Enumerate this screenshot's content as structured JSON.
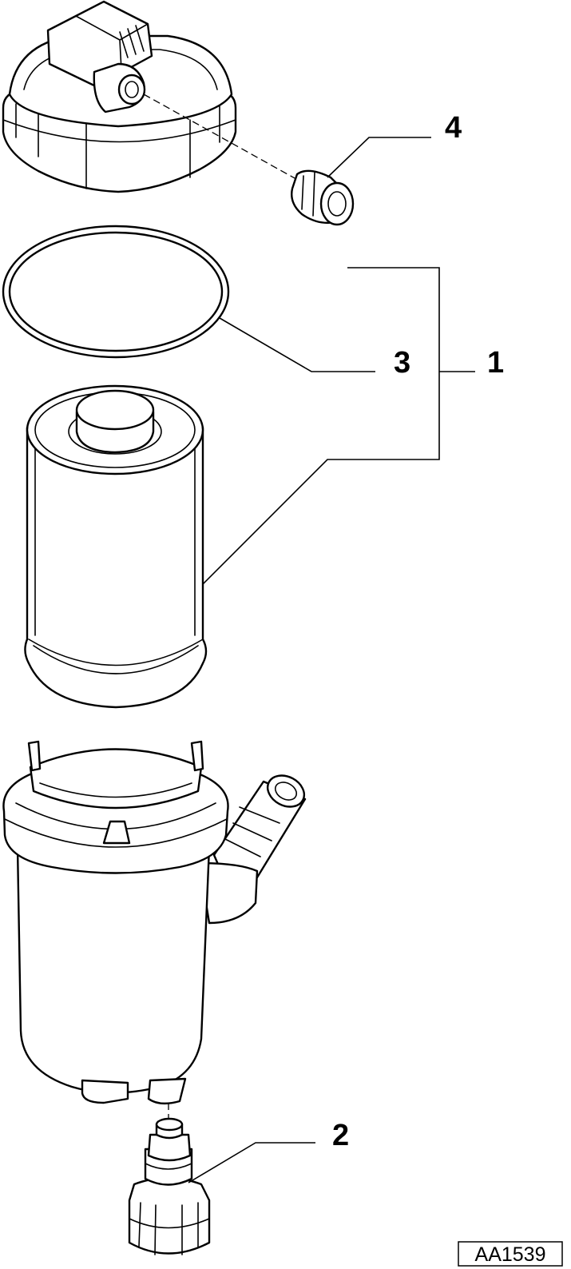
{
  "diagram": {
    "callouts": [
      "4",
      "3",
      "1",
      "2"
    ],
    "reference_code": "AA1539"
  },
  "colors": {
    "line": "#000000",
    "background": "#ffffff"
  }
}
